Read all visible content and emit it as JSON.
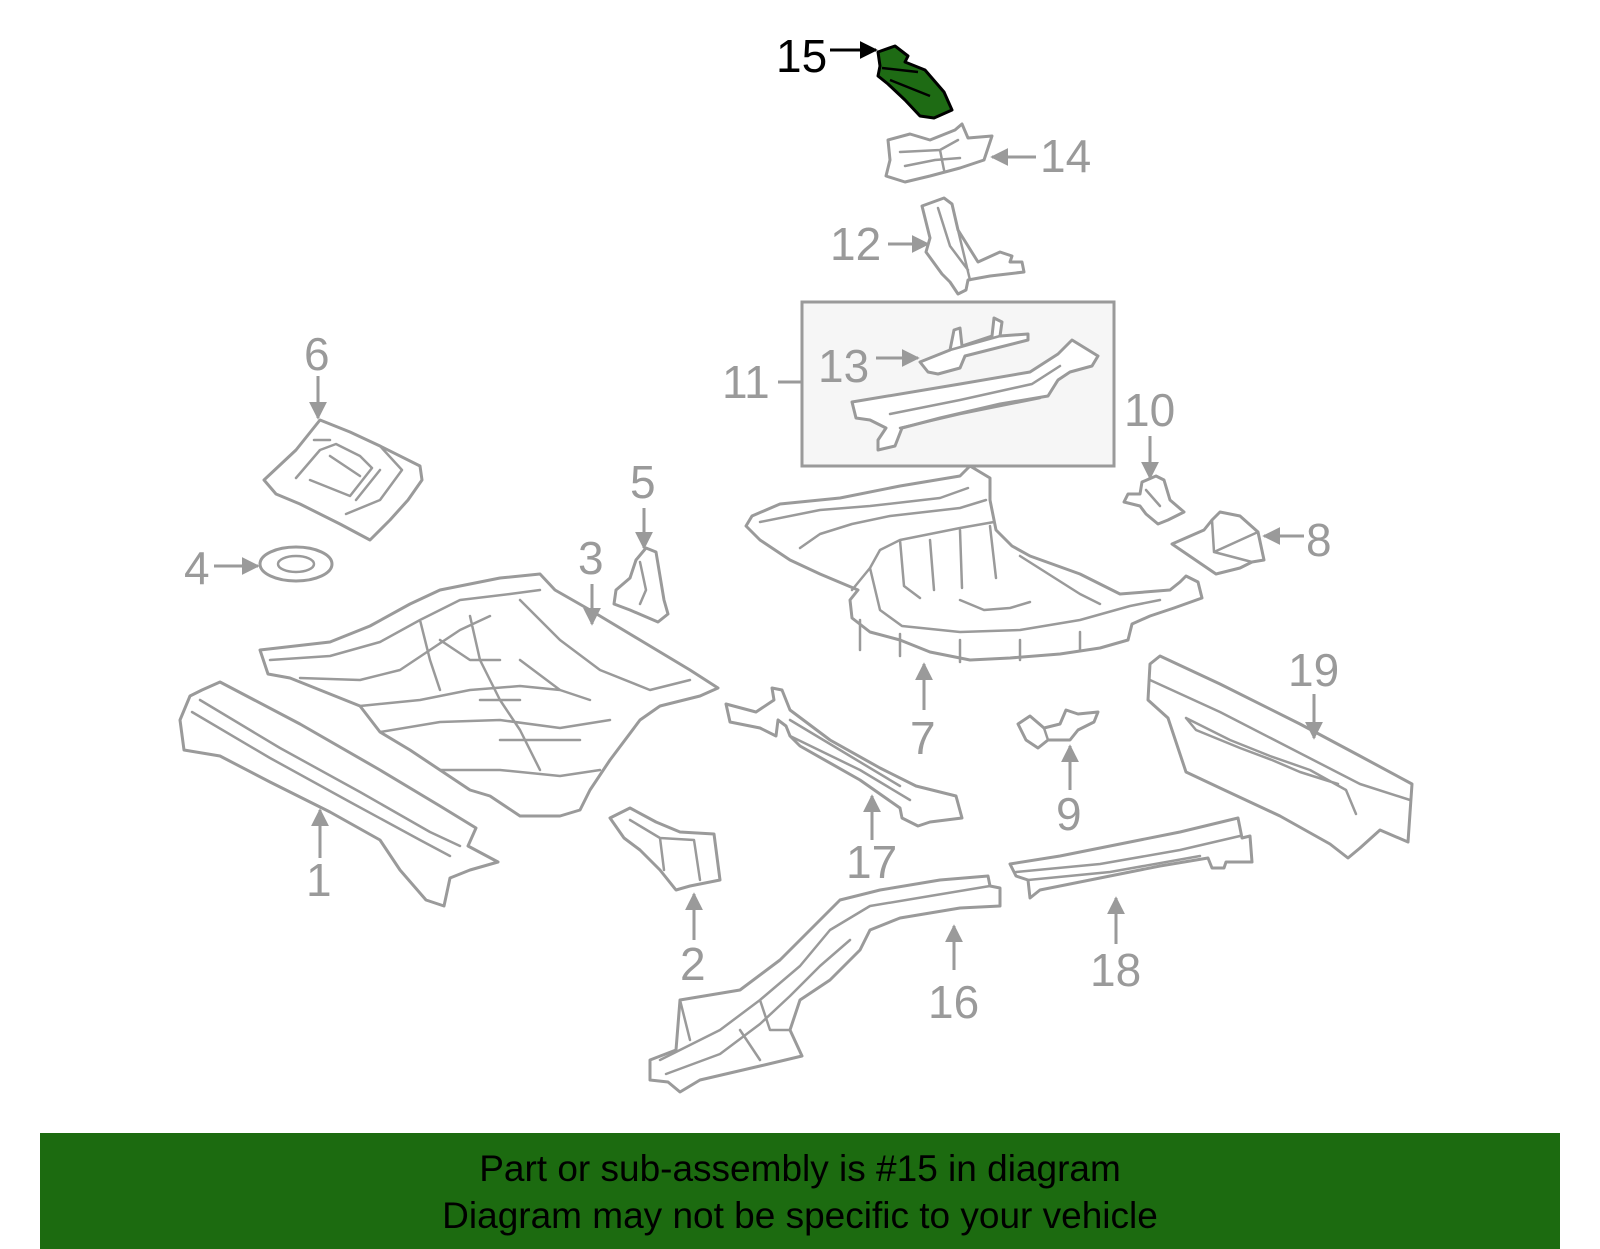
{
  "colors": {
    "highlight": "#1e6b14",
    "banner": "#1c6b10",
    "outline": "#9a9a9a"
  },
  "callouts": {
    "c1": "1",
    "c2": "2",
    "c3": "3",
    "c4": "4",
    "c5": "5",
    "c6": "6",
    "c7": "7",
    "c8": "8",
    "c9": "9",
    "c10": "10",
    "c11": "11",
    "c12": "12",
    "c13": "13",
    "c14": "14",
    "c15": "15",
    "c16": "16",
    "c17": "17",
    "c18": "18",
    "c19": "19"
  },
  "highlighted_part": "15",
  "banner": {
    "line1": "Part or sub-assembly is #15 in diagram",
    "line2": "Diagram may not be specific to your vehicle"
  }
}
